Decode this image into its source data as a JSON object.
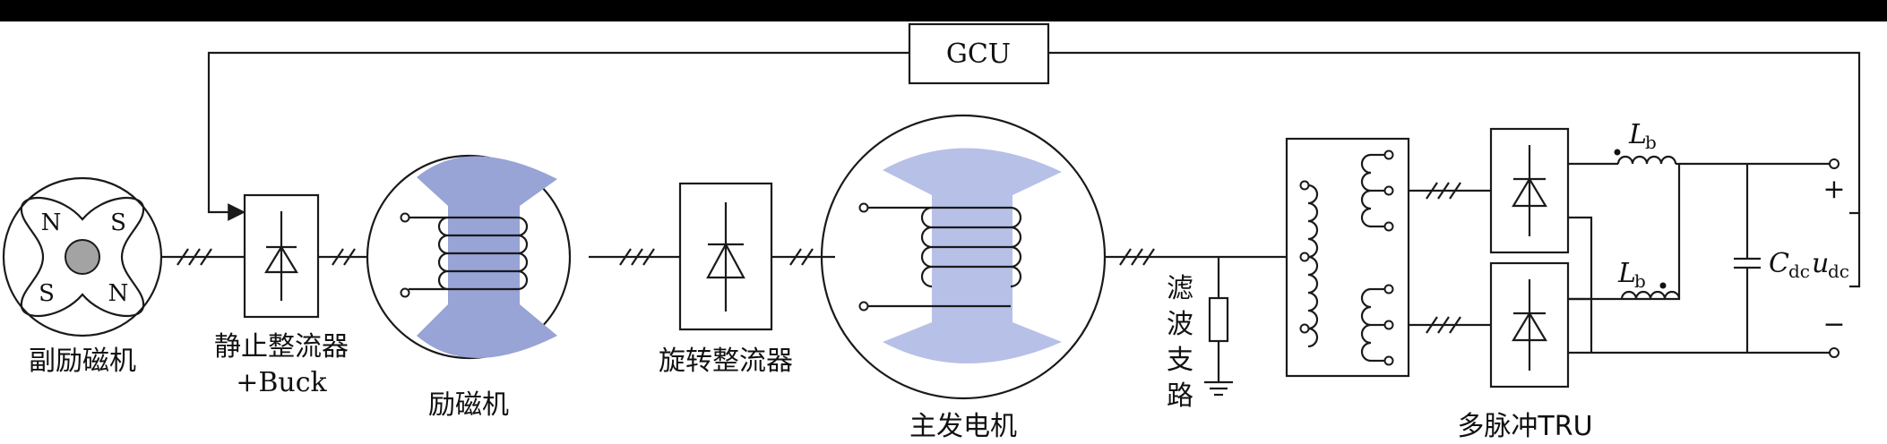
{
  "colors": {
    "exciter_core": "#98a3d6",
    "main_core": "#b7c0e7",
    "shaft": "#a3a3a3",
    "top_bar": "#000000",
    "line": "#1a1a1a"
  },
  "labels": {
    "gcu": "GCU",
    "pmg": "副励磁机",
    "static_rectifier_line1": "静止整流器",
    "static_rectifier_line2": "+Buck",
    "exciter": "励磁机",
    "rotating_rectifier": "旋转整流器",
    "main_generator": "主发电机",
    "filter_char1": "滤",
    "filter_char2": "波",
    "filter_char3": "支",
    "filter_char4": "路",
    "tru": "多脉冲TRU",
    "pole_n1": "N",
    "pole_s1": "S",
    "pole_s2": "S",
    "pole_n2": "N",
    "lb_top_main": "L",
    "lb_top_sub": "b",
    "lb_bot_main": "L",
    "lb_bot_sub": "b",
    "cdc_main": "C",
    "cdc_sub": "dc",
    "udc_main": "u",
    "udc_sub": "dc",
    "plus": "+",
    "minus": "−"
  },
  "icons": [
    "diode-icon",
    "inductor-icon",
    "capacitor-icon",
    "resistor-icon",
    "ground-icon",
    "three-phase-slash-icon"
  ]
}
